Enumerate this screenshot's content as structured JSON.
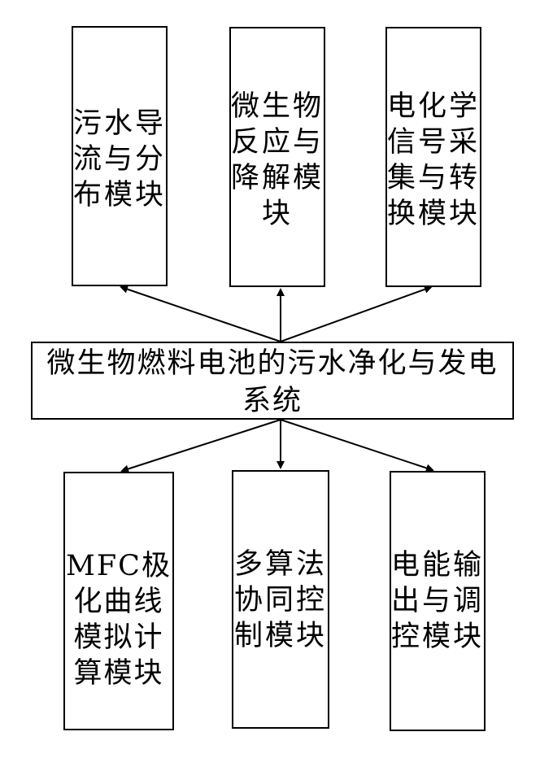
{
  "system": {
    "label": "微生物燃料电池的污水净化与发电系统"
  },
  "top_modules": [
    {
      "label": "污水导\n流与分\n布模块"
    },
    {
      "label": "微生物\n反应与\n降解模\n块"
    },
    {
      "label": "电化学\n信号采\n集与转\n换模块"
    }
  ],
  "bottom_modules": [
    {
      "label": "MFC极\n化曲线\n模拟计\n算模块"
    },
    {
      "label": "多算法\n协同控\n制模块"
    },
    {
      "label": "电能输\n出与调\n控模块"
    }
  ],
  "colors": {
    "stroke": "#000000",
    "background": "#ffffff"
  }
}
